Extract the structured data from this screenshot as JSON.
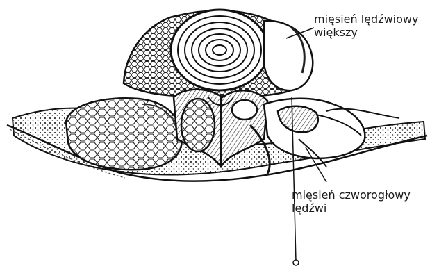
{
  "labels": {
    "psoas_major": {
      "line1": "mięsień lędźwiowy",
      "line2": "większy"
    },
    "quadratus_lumborum": {
      "line1": "mięsień czworogłowy",
      "line2": "lędźwi"
    }
  }
}
